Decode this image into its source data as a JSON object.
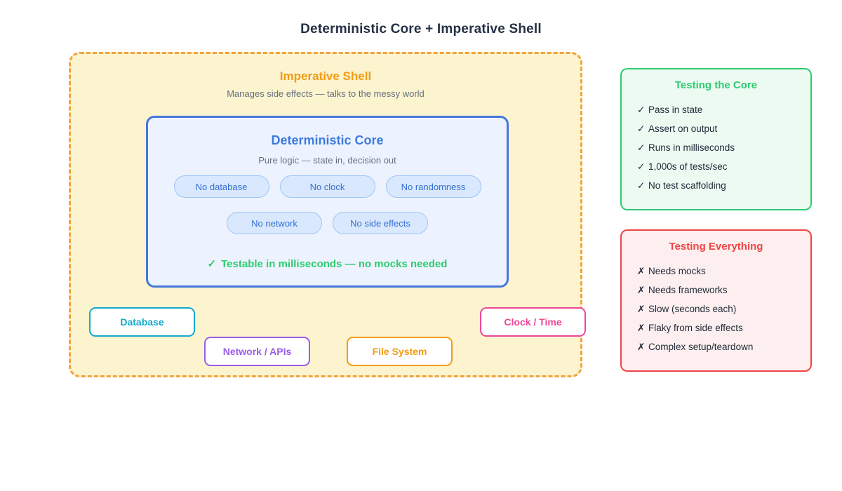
{
  "page": {
    "title": "Deterministic Core + Imperative Shell"
  },
  "shell": {
    "title": "Imperative Shell",
    "subtitle": "Manages side effects — talks to the messy world",
    "bg_color": "#FCF3CF",
    "border_color": "#F2A33C",
    "title_color": "#F39C12",
    "core": {
      "title": "Deterministic Core",
      "subtitle": "Pure logic — state in, decision out",
      "bg_color": "#EDF3FE",
      "border_color": "#4377DB",
      "title_color": "#3D7BE0",
      "constraints_row1": [
        "No database",
        "No clock",
        "No randomness"
      ],
      "constraints_row2": [
        "No network",
        "No side effects"
      ],
      "benefit_mark": "✓",
      "benefit_text": "Testable in milliseconds — no mocks needed",
      "benefit_color": "#2ECC71"
    },
    "effects": [
      {
        "label": "Database",
        "color": "#12A9C9"
      },
      {
        "label": "Network / APIs",
        "color": "#9B5DE8"
      },
      {
        "label": "File System",
        "color": "#F39C12"
      },
      {
        "label": "Clock / Time",
        "color": "#EC4899"
      }
    ]
  },
  "panels": [
    {
      "title": "Testing the Core",
      "accent": "#2ECC71",
      "bg": "#EDFAF2",
      "items": [
        {
          "mark": "✓",
          "text": "Pass in state"
        },
        {
          "mark": "✓",
          "text": "Assert on output"
        },
        {
          "mark": "✓",
          "text": "Runs in milliseconds"
        },
        {
          "mark": "✓",
          "text": "1,000s of tests/sec"
        },
        {
          "mark": "✓",
          "text": "No test scaffolding"
        }
      ]
    },
    {
      "title": "Testing Everything",
      "accent": "#EF4444",
      "bg": "#FDEFEF",
      "items": [
        {
          "mark": "✗",
          "text": "Needs mocks"
        },
        {
          "mark": "✗",
          "text": "Needs frameworks"
        },
        {
          "mark": "✗",
          "text": "Slow (seconds each)"
        },
        {
          "mark": "✗",
          "text": "Flaky from side effects"
        },
        {
          "mark": "✗",
          "text": "Complex setup/teardown"
        }
      ]
    }
  ]
}
